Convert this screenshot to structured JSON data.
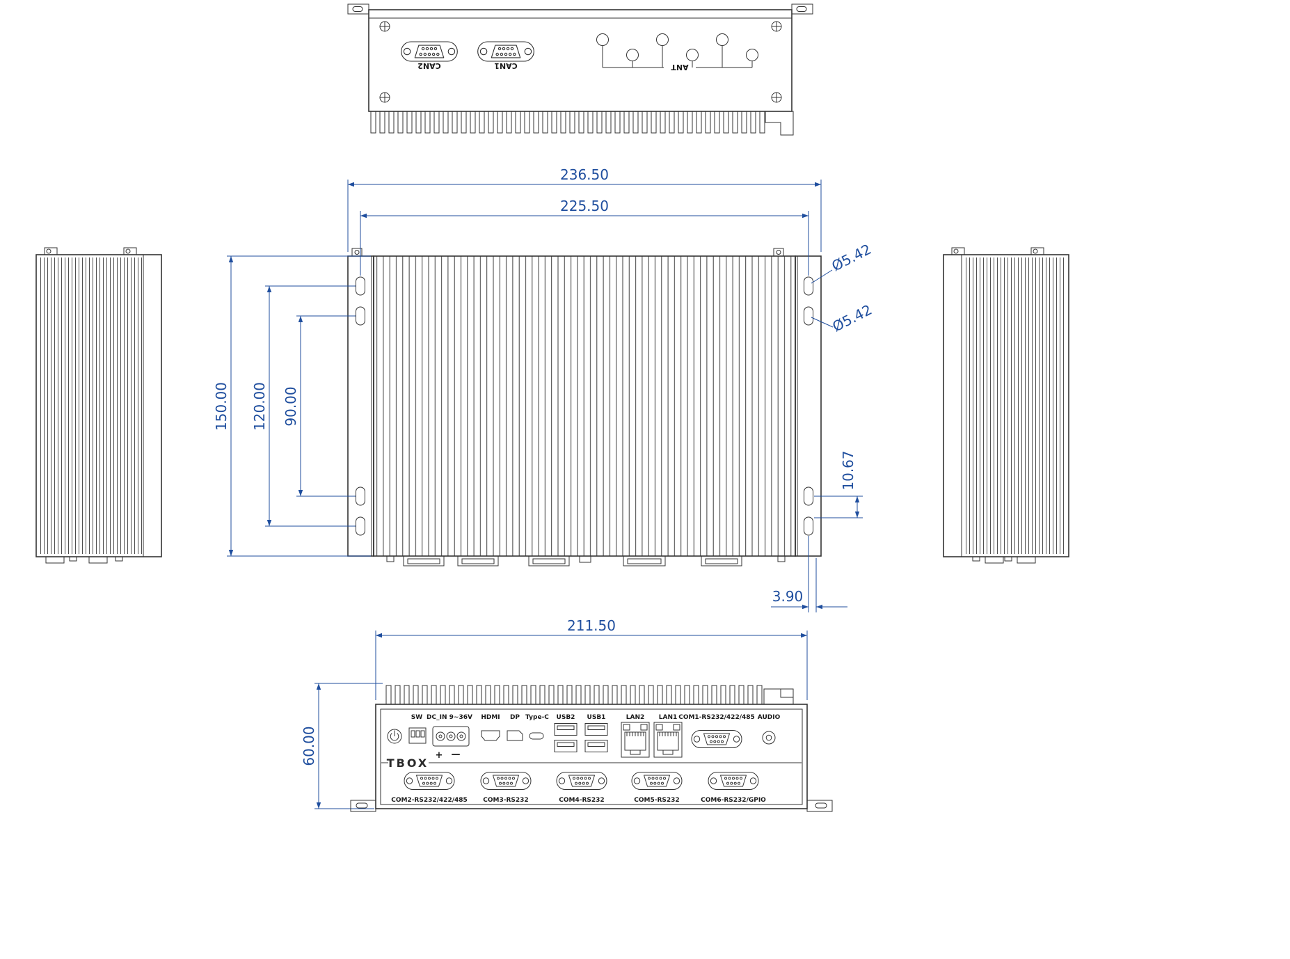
{
  "meta": {
    "background": "#ffffff",
    "line_color": "#333333",
    "dimension_color": "#1f4e9e"
  },
  "top_view": {
    "can2_label": "CAN2",
    "can1_label": "CAN1",
    "ant_label": "ANT"
  },
  "main_view": {
    "dim_overall_width": "236.50",
    "dim_hole_span_width": "225.50",
    "dim_height": "150.00",
    "dim_hole_span_height": "120.00",
    "dim_inner_hole_span": "90.00",
    "dim_hole_dia_1": "Ø5.42",
    "dim_hole_dia_2": "Ø5.42",
    "dim_hole_offset": "10.67",
    "dim_edge_offset": "3.90"
  },
  "front_view": {
    "dim_width": "211.50",
    "dim_height": "60.00",
    "brand": "TBOX",
    "dc_plus": "+",
    "dc_minus": "—",
    "port_labels": [
      "SW",
      "DC_IN 9~36V",
      "HDMI",
      "DP",
      "Type-C",
      "USB2",
      "USB1",
      "LAN2",
      "LAN1",
      "COM1-RS232/422/485",
      "AUDIO"
    ],
    "com_labels": [
      "COM2-RS232/422/485",
      "COM3-RS232",
      "COM4-RS232",
      "COM5-RS232",
      "COM6-RS232/GPIO"
    ]
  }
}
